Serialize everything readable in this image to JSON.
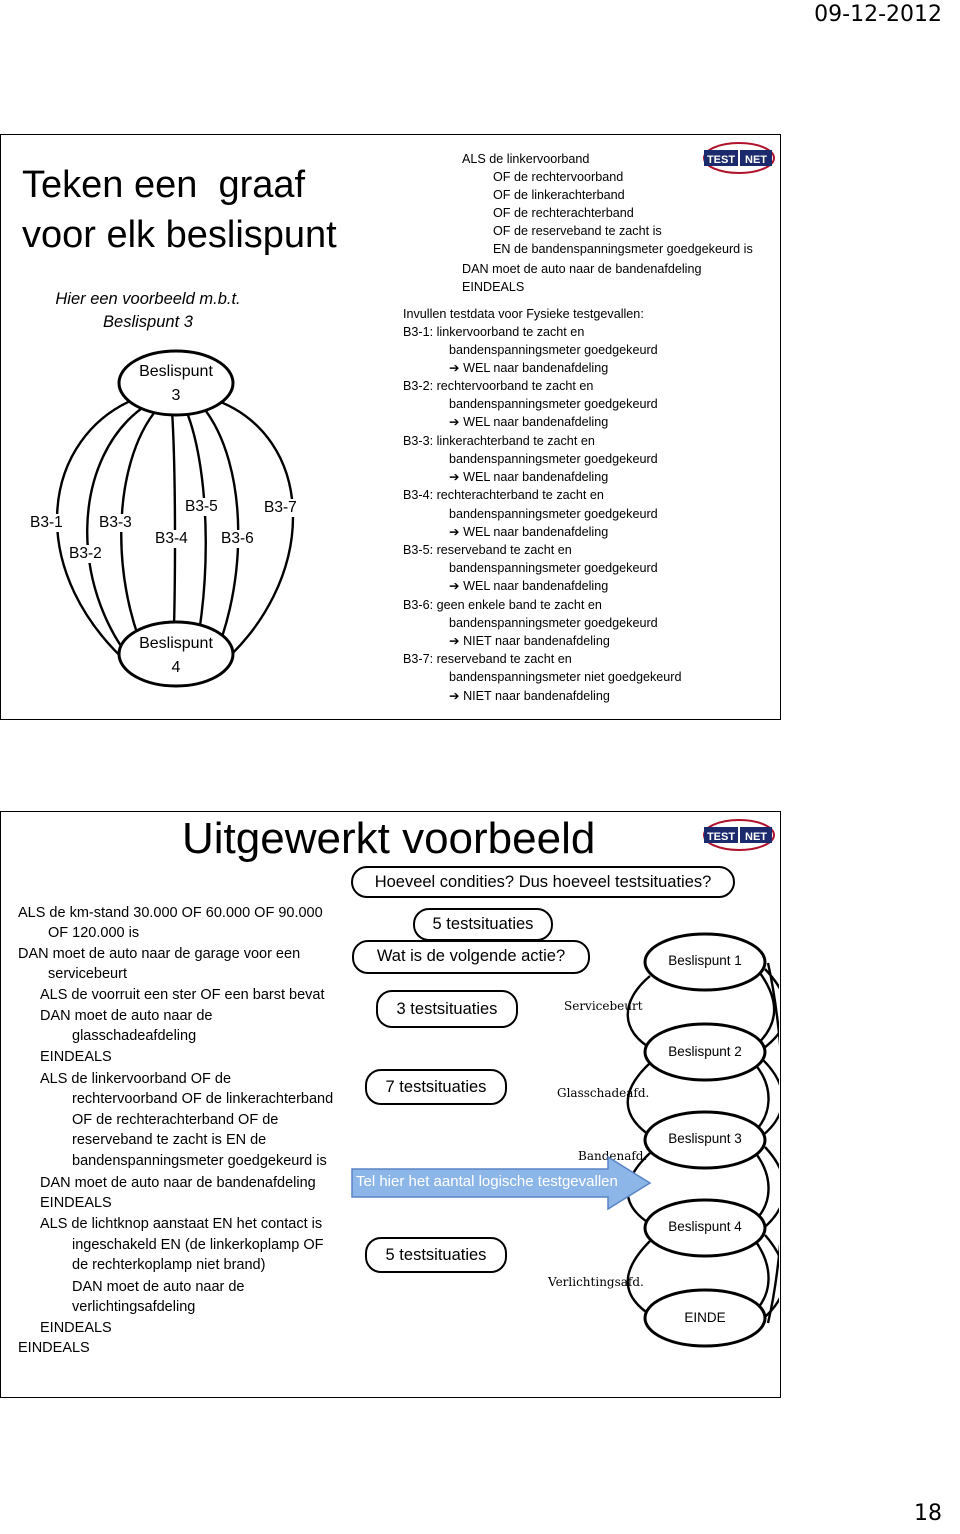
{
  "page": {
    "date": "09-12-2012",
    "page_number": "18"
  },
  "slide1": {
    "title_line1": "Teken een  graaf",
    "title_line2": "voor elk beslispunt",
    "subtitle_line1": "Hier een voorbeeld m.b.t.",
    "subtitle_line2": "Beslispunt 3",
    "logo_left": "TEST",
    "logo_right": "NET",
    "graph": {
      "node_top": [
        "Beslispunt",
        "3"
      ],
      "node_bottom": [
        "Beslispunt",
        "4"
      ],
      "edges": [
        "B3-1",
        "B3-2",
        "B3-3",
        "B3-4",
        "B3-5",
        "B3-6",
        "B3-7"
      ]
    },
    "rule": [
      "ALS de linkervoorband",
      "OF de rechtervoorband",
      "OF de linkerachterband",
      "OF de rechterachterband",
      "OF de reserveband te zacht is",
      "EN de bandenspanningsmeter goedgekeurd is",
      "DAN moet de auto naar de bandenafdeling",
      "EINDEALS"
    ],
    "testdata_heading": "Invullen testdata voor Fysieke testgevallen:",
    "testcases": [
      {
        "line1": "B3-1: linkervoorband te zacht en",
        "line2": "bandenspanningsmeter goedgekeurd",
        "line3": "WEL naar bandenafdeling"
      },
      {
        "line1": "B3-2: rechtervoorband te zacht en",
        "line2": "bandenspanningsmeter goedgekeurd",
        "line3": "WEL naar bandenafdeling"
      },
      {
        "line1": "B3-3: linkerachterband te zacht en",
        "line2": "bandenspanningsmeter goedgekeurd",
        "line3": "WEL naar bandenafdeling"
      },
      {
        "line1": "B3-4: rechterachterband te zacht en",
        "line2": "bandenspanningsmeter goedgekeurd",
        "line3": "WEL naar bandenafdeling"
      },
      {
        "line1": "B3-5: reserveband te zacht en",
        "line2": "bandenspanningsmeter goedgekeurd",
        "line3": "WEL naar bandenafdeling"
      },
      {
        "line1": "B3-6: geen enkele band te zacht en",
        "line2": "bandenspanningsmeter goedgekeurd",
        "line3": "NIET naar bandenafdeling"
      },
      {
        "line1": "B3-7: reserveband te zacht en",
        "line2": "bandenspanningsmeter niet goedgekeurd",
        "line3": "NIET naar bandenafdeling"
      }
    ]
  },
  "slide2": {
    "title": "Uitgewerkt voorbeeld",
    "logo_left": "TEST",
    "logo_right": "NET",
    "bubbles": {
      "q1": "Hoeveel condities? Dus hoeveel testsituaties?",
      "b5a": "5 testsituaties",
      "q2": "Wat is de volgende actie?",
      "b3": "3 testsituaties",
      "b7": "7 testsituaties",
      "b5b": "5 testsituaties"
    },
    "arrow_label": "Tel hier het aantal logische testgevallen",
    "code": [
      "ALS de km-stand 30.000 OF 60.000 OF 90.000",
      "OF 120.000 is",
      "DAN moet de auto naar de garage voor een",
      "servicebeurt",
      "ALS de voorruit een ster OF een barst bevat",
      "DAN moet de auto naar de",
      "glasschadeafdeling",
      "EINDEALS",
      "ALS de linkervoorband OF de",
      "rechtervoorband OF de linkerachterband",
      "OF de rechterachterband OF de",
      "reserveband te zacht is EN de",
      "bandenspanningsmeter goedgekeurd is",
      "DAN moet de auto naar de bandenafdeling",
      "EINDEALS",
      "ALS de lichtknop aanstaat EN het contact is",
      "ingeschakeld EN (de linkerkoplamp OF",
      "de rechterkoplamp niet brand)",
      "DAN moet de auto naar de",
      "verlichtingsafdeling",
      "EINDEALS",
      "EINDEALS"
    ],
    "graph": {
      "nodes": [
        "Beslispunt 1",
        "Beslispunt 2",
        "Beslispunt 3",
        "Beslispunt 4",
        "EINDE"
      ],
      "edge_labels": [
        "Servicebeurt",
        "Glasschadeafd.",
        "Bandenafd.",
        "Verlichtingsafd."
      ]
    }
  }
}
